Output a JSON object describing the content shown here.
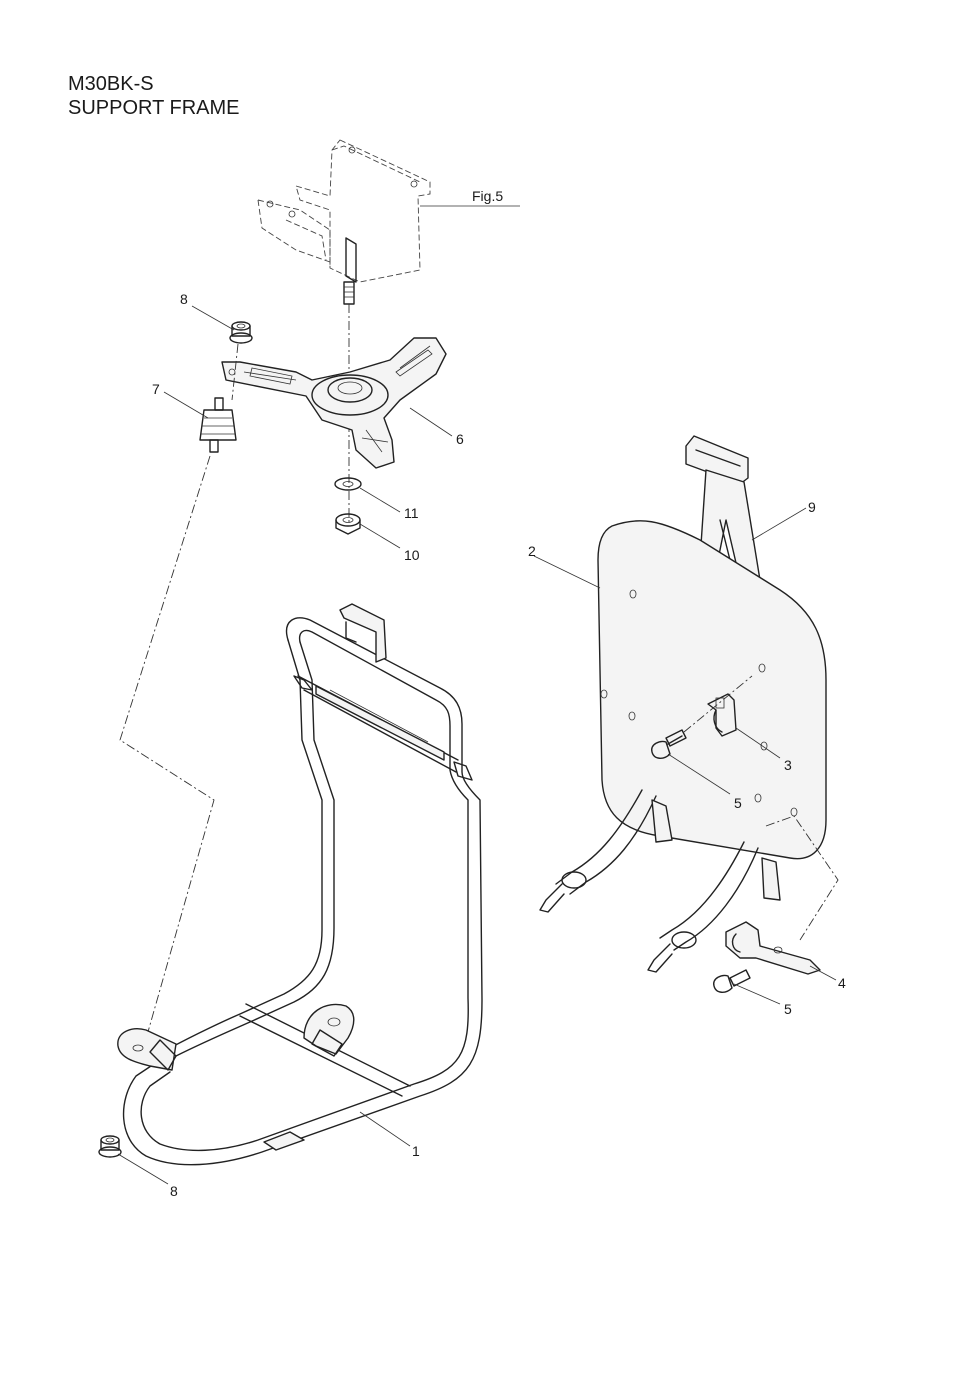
{
  "header": {
    "model": "M30BK-S",
    "section": "SUPPORT FRAME"
  },
  "figure_ref": "Fig.5",
  "callouts": [
    "1",
    "2",
    "3",
    "4",
    "5",
    "5",
    "6",
    "7",
    "8",
    "8",
    "9",
    "10",
    "11"
  ]
}
